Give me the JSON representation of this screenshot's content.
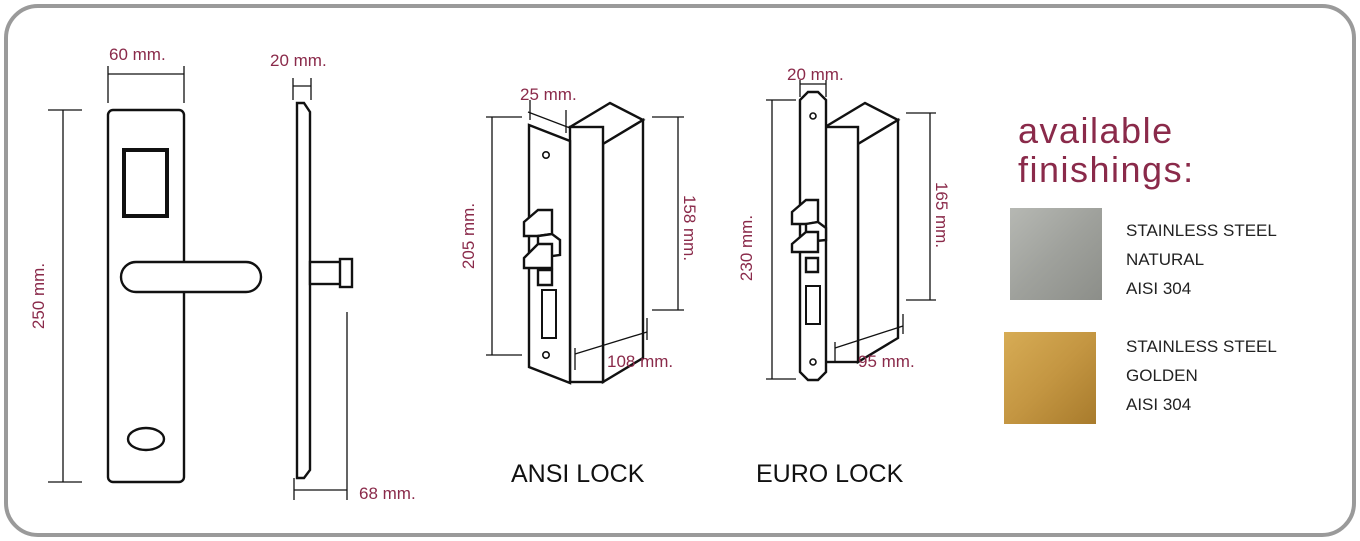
{
  "dimensions": {
    "handle_width": "60 mm.",
    "handle_height": "250 mm.",
    "side_thickness": "20 mm.",
    "side_projection": "68 mm.",
    "ansi_faceplate": "25 mm.",
    "ansi_height": "205 mm.",
    "ansi_body_height": "158 mm.",
    "ansi_depth": "108 mm.",
    "euro_faceplate": "20 mm.",
    "euro_height": "230 mm.",
    "euro_body_height": "165 mm.",
    "euro_depth": "95 mm."
  },
  "captions": {
    "ansi": "ANSI LOCK",
    "euro": "EURO LOCK"
  },
  "finishings": {
    "title_line1": "available",
    "title_line2": "finishings:",
    "items": [
      {
        "line1": "STAINLESS STEEL",
        "line2": "NATURAL",
        "line3": "AISI 304",
        "swatch": "#9fa19c"
      },
      {
        "line1": "STAINLESS STEEL",
        "line2": "GOLDEN",
        "line3": "AISI 304",
        "swatch": "#c49642"
      }
    ]
  },
  "colors": {
    "frame": "#9a9a9a",
    "accent": "#8a2a4a",
    "outline": "#111111"
  }
}
